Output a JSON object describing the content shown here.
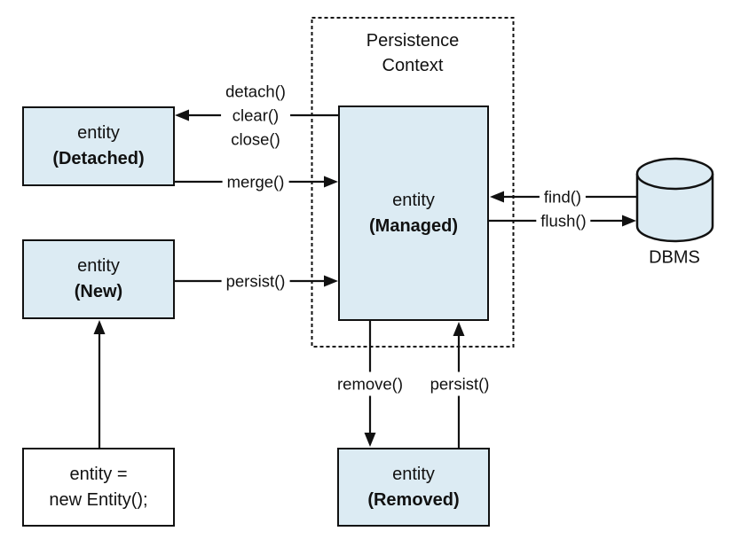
{
  "diagram": {
    "persistence_context": {
      "title_line1": "Persistence",
      "title_line2": "Context"
    },
    "nodes": {
      "detached": {
        "name": "entity",
        "state": "(Detached)"
      },
      "new_state": {
        "name": "entity",
        "state": "(New)"
      },
      "managed": {
        "name": "entity",
        "state": "(Managed)"
      },
      "removed": {
        "name": "entity",
        "state": "(Removed)"
      },
      "code": {
        "line1": "entity =",
        "line2": "new Entity();"
      },
      "dbms": {
        "label": "DBMS"
      }
    },
    "edges": {
      "detach": "detach()",
      "clear": "clear()",
      "close": "close()",
      "merge": "merge()",
      "persist_new": "persist()",
      "find": "find()",
      "flush": "flush()",
      "remove": "remove()",
      "persist_removed": "persist()"
    },
    "colors": {
      "node_fill": "#dcebf3",
      "stroke": "#111111",
      "background": "#ffffff"
    }
  }
}
